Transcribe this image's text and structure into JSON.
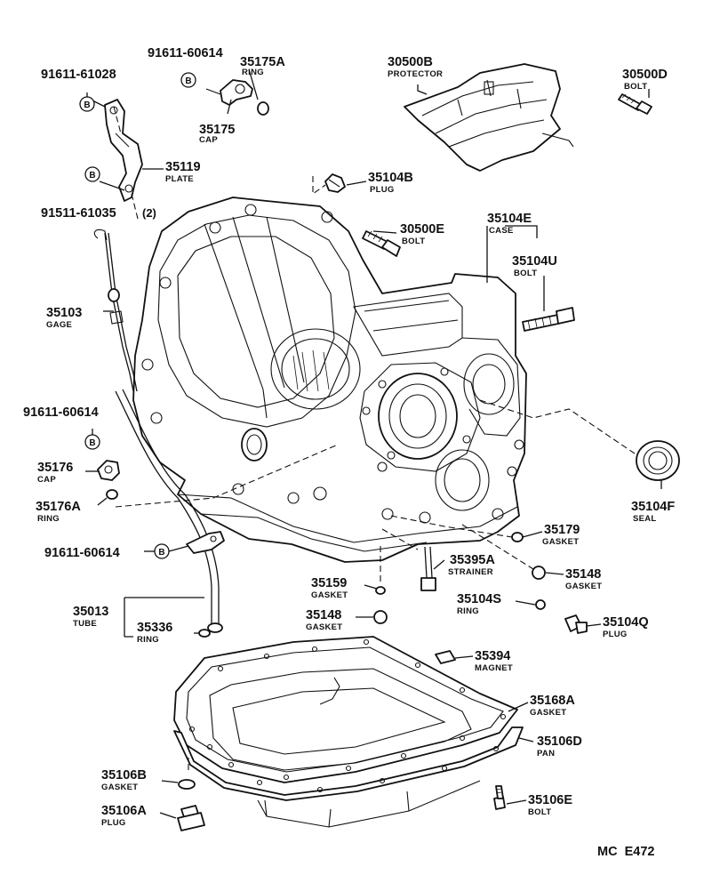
{
  "footer": {
    "code": "MC  E472"
  },
  "bolt_symbol": "B",
  "labels": {
    "p91611_61028": {
      "number": "91611-61028"
    },
    "p91611_60614_top": {
      "number": "91611-60614"
    },
    "p35175A": {
      "number": "35175A",
      "name": "RING"
    },
    "p35175": {
      "number": "35175",
      "name": "CAP"
    },
    "p35119": {
      "number": "35119",
      "name": "PLATE"
    },
    "p91511_61035": {
      "number": "91511-61035",
      "qty": "(2)"
    },
    "p30500B": {
      "number": "30500B",
      "name": "PROTECTOR"
    },
    "p30500D": {
      "number": "30500D",
      "name": "BOLT"
    },
    "p35104B": {
      "number": "35104B",
      "name": "PLUG"
    },
    "p30500E": {
      "number": "30500E",
      "name": "BOLT"
    },
    "p35104E": {
      "number": "35104E",
      "name": "CASE"
    },
    "p35104U": {
      "number": "35104U",
      "name": "BOLT"
    },
    "p35103": {
      "number": "35103",
      "name": "GAGE"
    },
    "p91611_60614_mid": {
      "number": "91611-60614"
    },
    "p35176": {
      "number": "35176",
      "name": "CAP"
    },
    "p35176A": {
      "number": "35176A",
      "name": "RING"
    },
    "p35104F": {
      "number": "35104F",
      "name": "SEAL"
    },
    "p35179": {
      "number": "35179",
      "name": "GASKET"
    },
    "p91611_60614_low": {
      "number": "91611-60614"
    },
    "p35395A": {
      "number": "35395A",
      "name": "STRAINER"
    },
    "p35148a": {
      "number": "35148",
      "name": "GASKET"
    },
    "p35159": {
      "number": "35159",
      "name": "GASKET"
    },
    "p35104S": {
      "number": "35104S",
      "name": "RING"
    },
    "p35013": {
      "number": "35013",
      "name": "TUBE"
    },
    "p35148b": {
      "number": "35148",
      "name": "GASKET"
    },
    "p35104Q": {
      "number": "35104Q",
      "name": "PLUG"
    },
    "p35336": {
      "number": "35336",
      "name": "RING"
    },
    "p35394": {
      "number": "35394",
      "name": "MAGNET"
    },
    "p35168A": {
      "number": "35168A",
      "name": "GASKET"
    },
    "p35106D": {
      "number": "35106D",
      "name": "PAN"
    },
    "p35106B": {
      "number": "35106B",
      "name": "GASKET"
    },
    "p35106E": {
      "number": "35106E",
      "name": "BOLT"
    },
    "p35106A": {
      "number": "35106A",
      "name": "PLUG"
    }
  }
}
